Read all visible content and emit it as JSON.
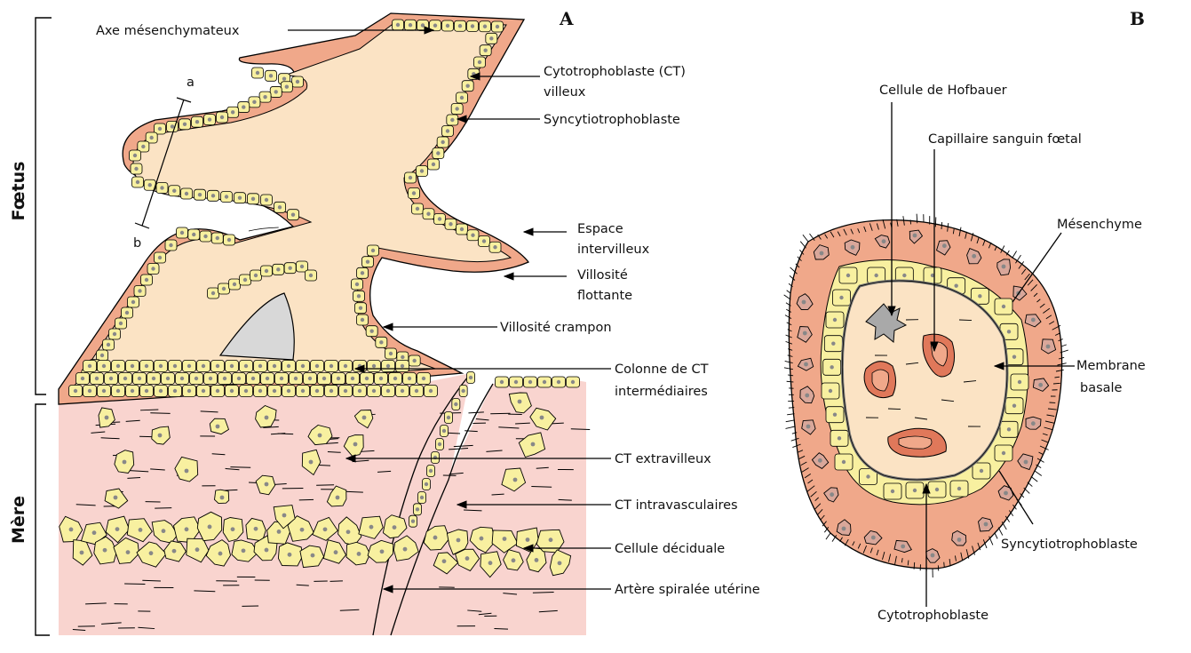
{
  "panels": {
    "a": "A",
    "b": "B"
  },
  "sides": {
    "fetus": "Fœtus",
    "mother": "Mère"
  },
  "cut_marks": {
    "a": "a",
    "b": "b"
  },
  "labels_a": {
    "axe": "Axe mésenchymateux",
    "ct_villeux_1": "Cytotrophoblaste (CT)",
    "ct_villeux_2": "villeux",
    "syncytio": "Syncytiotrophoblaste",
    "espace_1": "Espace",
    "espace_2": "intervilleux",
    "flottante_1": "Villosité",
    "flottante_2": "flottante",
    "crampon": "Villosité crampon",
    "colonne_1": "Colonne de CT",
    "colonne_2": "intermédiaires",
    "extravilleux": "CT extravilleux",
    "intravasculaires": "CT intravasculaires",
    "deciduale": "Cellule déciduale",
    "artere": "Artère spiralée utérine"
  },
  "labels_b": {
    "hofbauer": "Cellule de Hofbauer",
    "capillaire": "Capillaire sanguin fœtal",
    "mesenchyme": "Mésenchyme",
    "membrane_1": "Membrane",
    "membrane_2": "basale",
    "syncytio": "Syncytiotrophoblaste",
    "cyto": "Cytotrophoblaste"
  },
  "colors": {
    "syncytium": "#f0a88a",
    "mesenchyme": "#fbe3c4",
    "cell": "#f8f0a0",
    "decidua": "#f9d4cf",
    "capillary": "#e0785a",
    "space": "#d8d8d8"
  }
}
